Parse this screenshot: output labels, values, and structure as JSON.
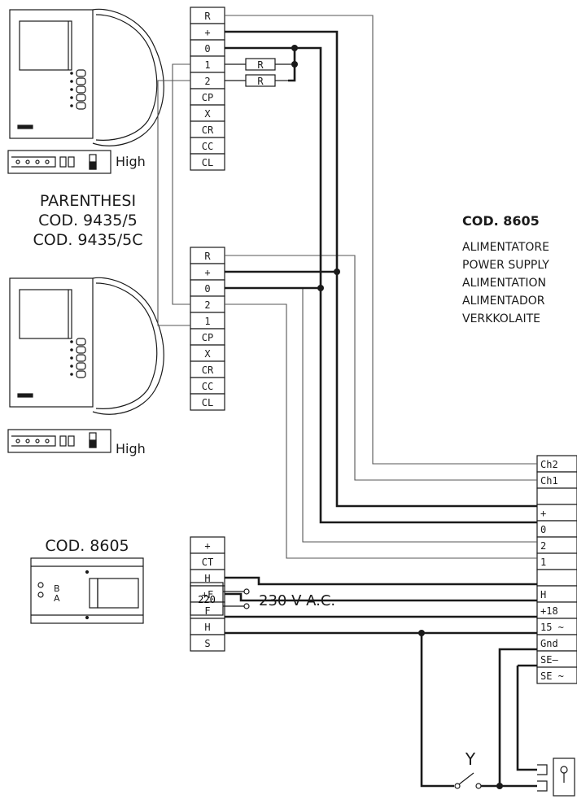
{
  "colors": {
    "ink": "#1a1a1a",
    "thin_wire": "#555555",
    "paper": "#ffffff"
  },
  "device": {
    "name": "PARENTHESI",
    "codes": [
      "COD. 9435/5",
      "COD. 9435/5C"
    ],
    "switch_label": "High",
    "terminals_top": [
      "R",
      "+",
      "0",
      "1",
      "2",
      "CP",
      "X",
      "CR",
      "CC",
      "CL"
    ],
    "terminals_bottom": [
      "R",
      "+",
      "0",
      "2",
      "1",
      "CP",
      "X",
      "CR",
      "CC",
      "CL"
    ],
    "module_b": "B",
    "module_a": "A"
  },
  "resistor_label": "R",
  "power_supply": {
    "code": "COD. 8605",
    "descriptions": [
      "ALIMENTATORE",
      "POWER SUPPLY",
      "ALIMENTATION",
      "ALIMENTADOR",
      "VERKKOLAITE"
    ],
    "module_code": "COD. 8605",
    "left_terminals": [
      "+",
      "CT",
      "H",
      "+F",
      "F",
      "H",
      "S"
    ],
    "mains_terminal": "220",
    "mains_label": "230 V A.C."
  },
  "right_block": {
    "terminals": [
      "Ch2",
      "Ch1",
      "",
      "+",
      "0",
      "2",
      "1",
      "",
      "H",
      "+18",
      "15 ~",
      "Gnd",
      "SE–",
      "SE ~"
    ]
  },
  "switch_y": "Y"
}
